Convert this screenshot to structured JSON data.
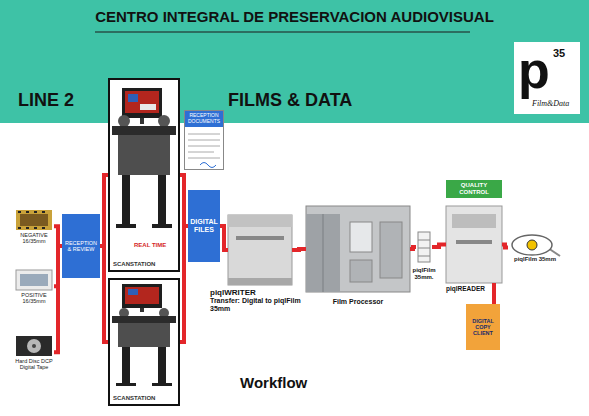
{
  "diagram": {
    "title": "CENTRO INTEGRAL DE PRESERVACION AUDIOVISUAL",
    "caption": "Workflow",
    "nodes": [
      {
        "text": [
          "NEGATIVE 16/35mm"
        ]
      },
      {
        "text": [
          "POSITIVE 16/35mm"
        ]
      },
      {
        "text": [
          "Hard Disc DCP Digital Tape"
        ]
      },
      {
        "text": [
          "RECEPTION & REVIEW"
        ]
      },
      {
        "text": [
          "SCANSTATION"
        ]
      },
      {
        "text": [
          "SCANSTATION"
        ]
      },
      {
        "text": [
          "RECEPTION DOCUMENTS"
        ]
      },
      {
        "text": [
          "DIGITAL FILES"
        ]
      },
      {
        "text": [
          "piqlWRITER",
          "Transfer: Digital to piqlFilm 35mm"
        ]
      },
      {
        "text": [
          "Film Processor"
        ]
      },
      {
        "text": [
          "piqlFilm 35mm."
        ]
      },
      {
        "text": [
          "QUALITY CONTROL"
        ]
      },
      {
        "text": [
          "piqlREADER"
        ]
      },
      {
        "text": [
          "DIGITAL COPY CLIENT"
        ]
      },
      {
        "text": [
          "piqlFilm 35mm"
        ]
      }
    ],
    "edges": [
      {
        "from": 0,
        "to": 3,
        "arrow": "none"
      },
      {
        "from": 1,
        "to": 3,
        "arrow": "none"
      },
      {
        "from": 2,
        "to": 3,
        "arrow": "none"
      },
      {
        "from": 3,
        "to": 4,
        "arrow": "none"
      },
      {
        "from": 3,
        "to": 5,
        "arrow": "none"
      },
      {
        "from": 4,
        "to": 7,
        "arrow": "none"
      },
      {
        "from": 5,
        "to": 7,
        "arrow": "none"
      },
      {
        "from": 7,
        "to": 8,
        "arrow": "none"
      },
      {
        "from": 8,
        "to": 9,
        "arrow": "none"
      },
      {
        "from": 9,
        "to": 10,
        "arrow": "none"
      },
      {
        "from": 10,
        "to": 12,
        "arrow": "none"
      },
      {
        "from": 12,
        "to": 13,
        "arrow": "none"
      },
      {
        "from": 12,
        "to": 14,
        "arrow": "none"
      }
    ],
    "labels": [
      "LINE 2",
      "FILMS & DATA",
      "p",
      "35",
      "Film&Data",
      "REAL TIME"
    ]
  }
}
